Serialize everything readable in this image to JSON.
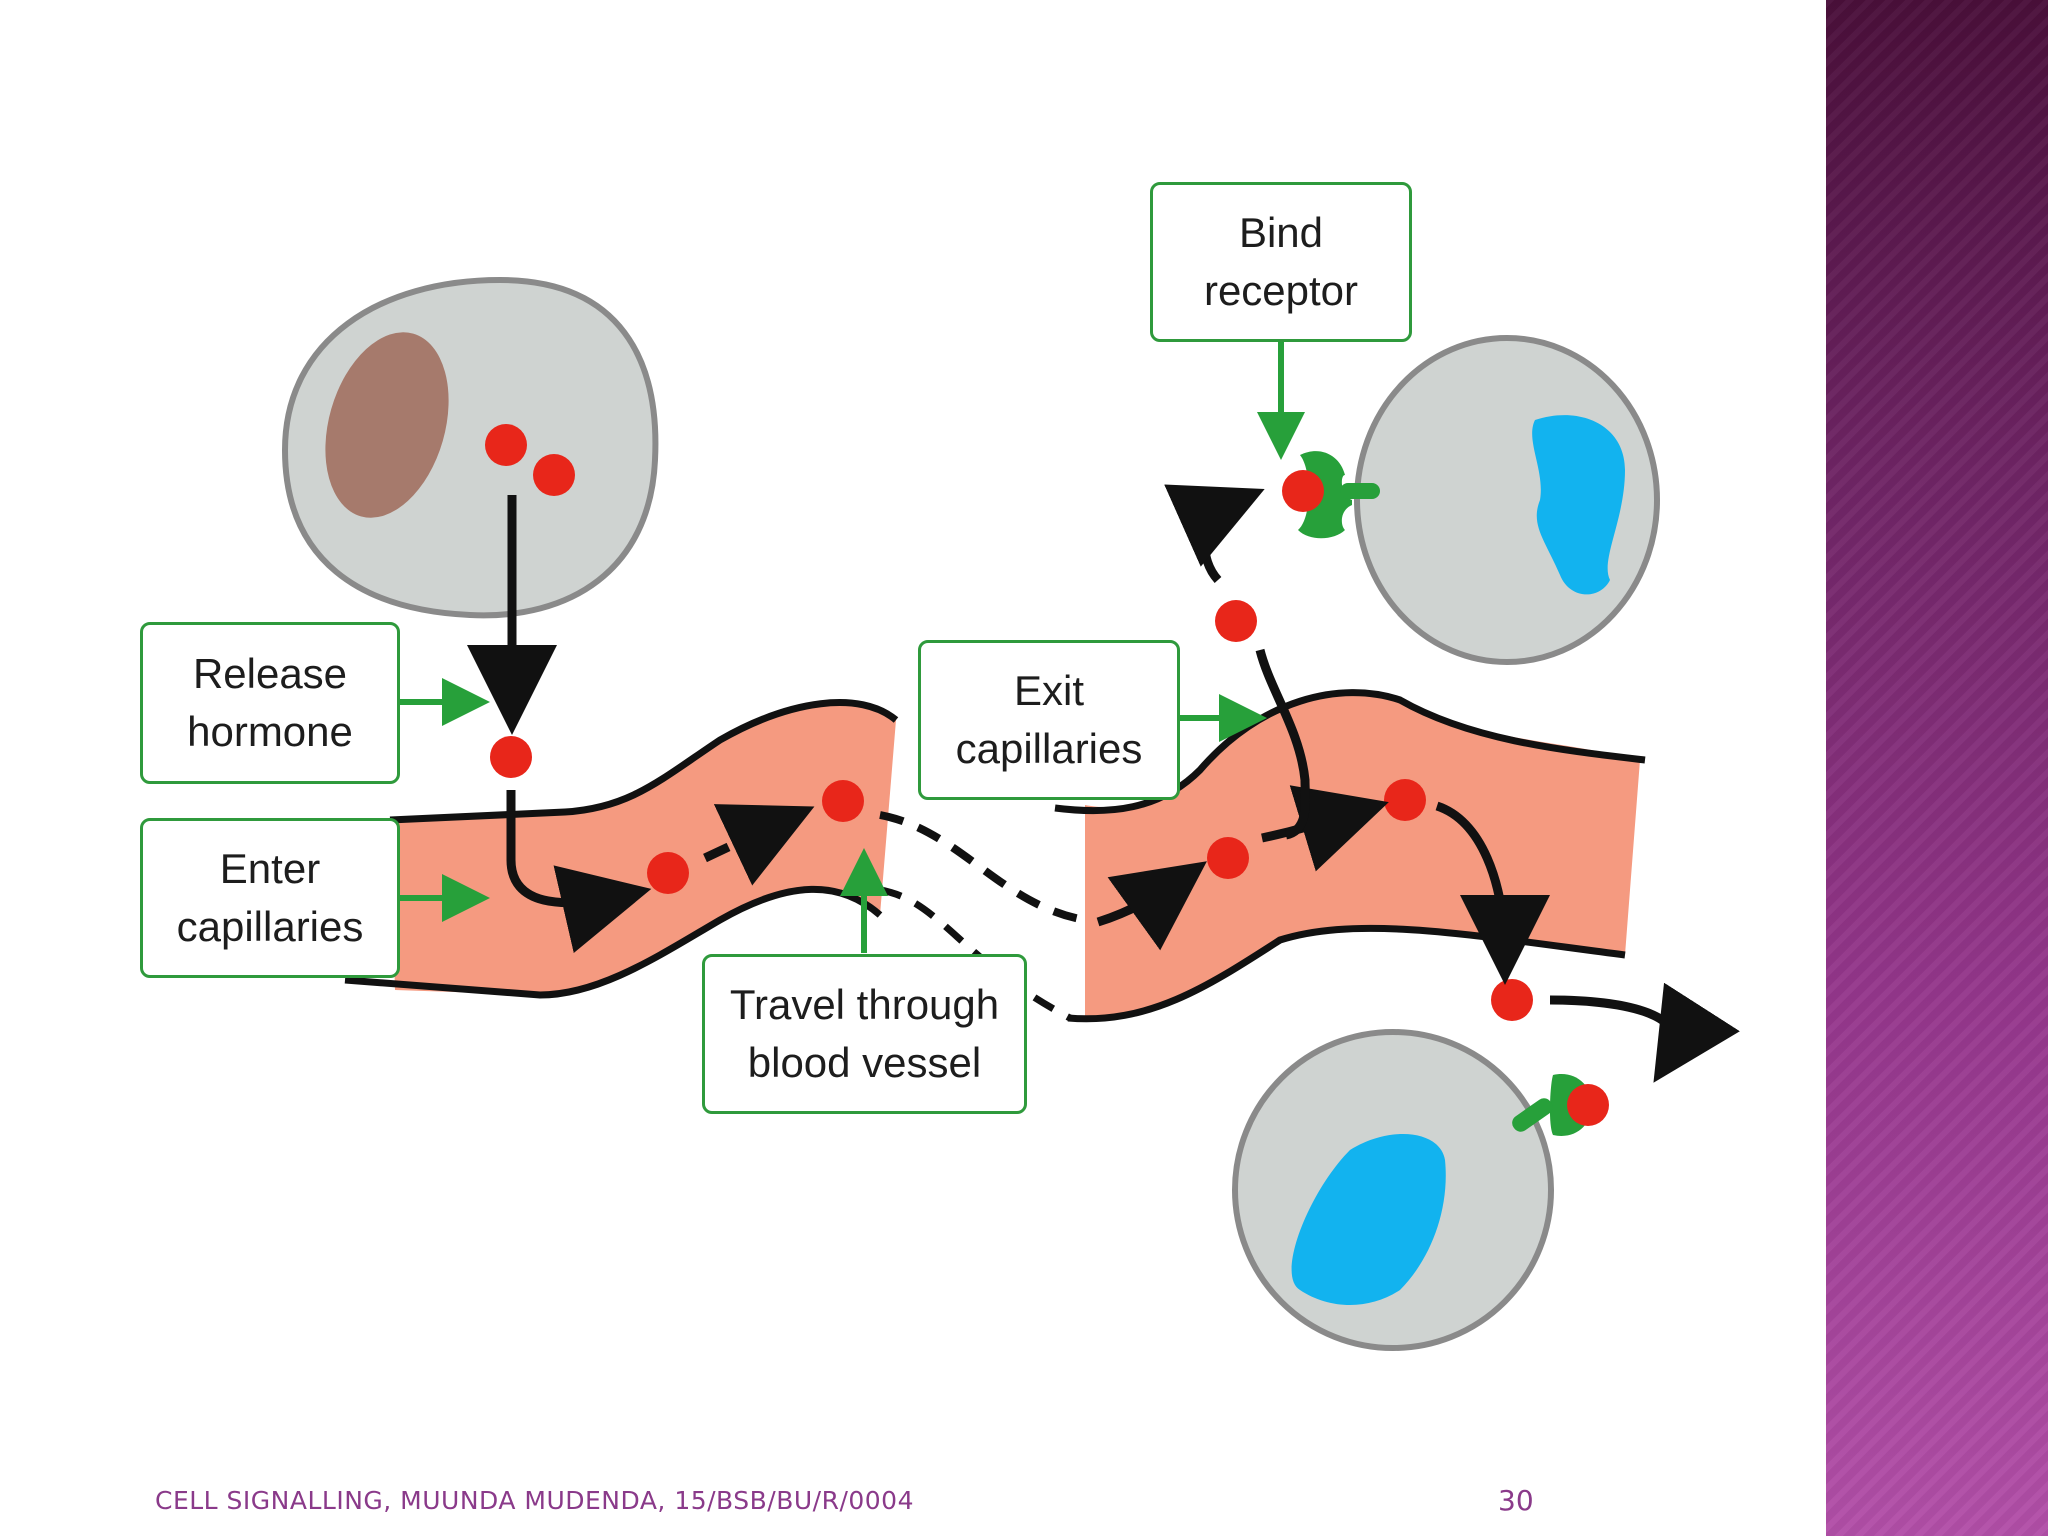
{
  "diagram": {
    "labels": {
      "release": "Release\nhormone",
      "enter": "Enter\ncapillaries",
      "travel": "Travel through\nblood vessel",
      "exit": "Exit\ncapillaries",
      "bind": "Bind\nreceptor"
    },
    "colors": {
      "cell_fill": "#cfd3d1",
      "cell_stroke": "#8a8a8a",
      "nucleus_source": "#a67a6c",
      "nucleus_target": "#12b3ef",
      "vessel": "#f59a80",
      "hormone": "#e8261a",
      "receptor": "#27a03a",
      "label_border": "#2f9a3c",
      "arrow": "#111111"
    }
  },
  "footer": {
    "text": "CELL SIGNALLING, MUUNDA MUDENDA, 15/BSB/BU/R/0004",
    "page_number": "30"
  }
}
